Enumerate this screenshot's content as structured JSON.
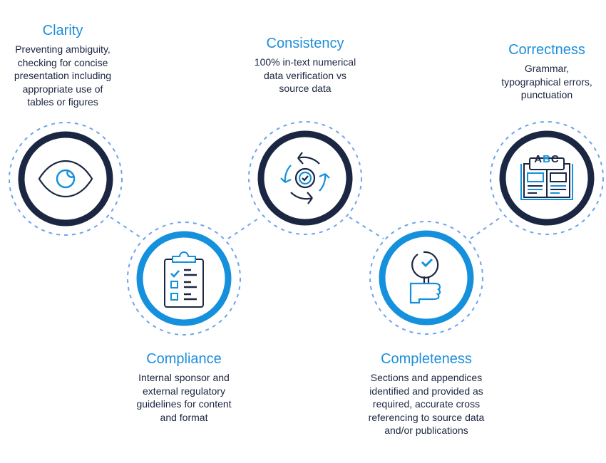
{
  "colors": {
    "dark": "#1b2742",
    "blue": "#1590dc",
    "dash": "#6ea3ee"
  },
  "items": [
    {
      "id": "clarity",
      "title": "Clarity",
      "lines": [
        "Preventing ambiguity,",
        "checking for concise",
        "presentation including",
        "appropriate use of",
        "tables or figures"
      ],
      "icon": "eye-icon",
      "ring": "dark"
    },
    {
      "id": "compliance",
      "title": "Compliance",
      "lines": [
        "Internal sponsor and",
        "external regulatory",
        "guidelines for content",
        "and format"
      ],
      "icon": "clipboard-checklist-icon",
      "ring": "blue"
    },
    {
      "id": "consistency",
      "title": "Consistency",
      "lines": [
        "100% in-text numerical",
        "data verification vs",
        "source data"
      ],
      "icon": "cycle-arrows-icon",
      "ring": "dark"
    },
    {
      "id": "completeness",
      "title": "Completeness",
      "lines": [
        "Sections and appendices",
        "identified and provided as",
        "required, accurate cross",
        "referencing to source data",
        "and/or publications"
      ],
      "icon": "hand-holding-check-sign-icon",
      "ring": "blue"
    },
    {
      "id": "correctness",
      "title": "Correctness",
      "lines": [
        "Grammar,",
        "typographical errors,",
        "punctuation"
      ],
      "icon": "abc-book-icon",
      "ring": "dark"
    }
  ],
  "abc_letters": [
    "A",
    "B",
    "C"
  ]
}
